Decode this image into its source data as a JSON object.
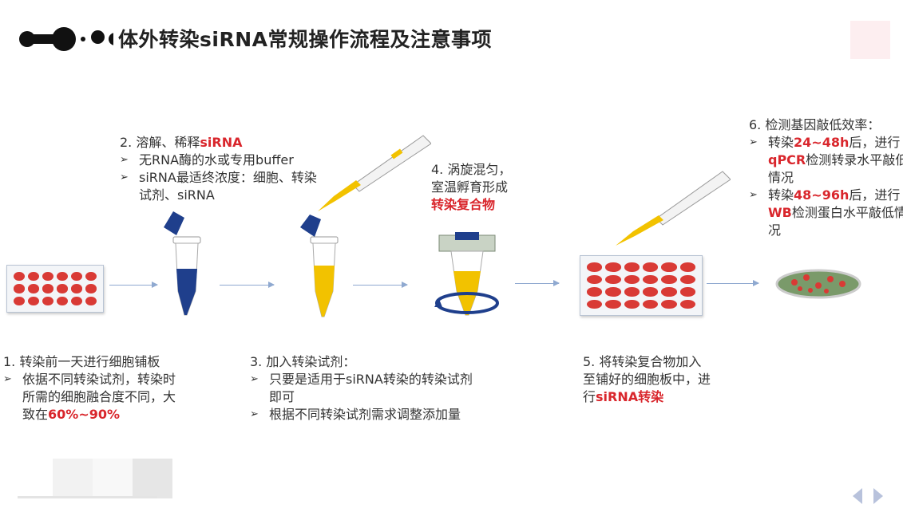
{
  "title": "体外转染siRNA常规操作流程及注意事项",
  "steps": {
    "s1": {
      "head": "1. 转染前一天进行细胞铺板",
      "b1": [
        "依据不同转染试剂，转染时所需的细胞融合度不同，大致在",
        "60%~90%"
      ]
    },
    "s2": {
      "head": [
        "2. 溶解、稀释",
        "siRNA"
      ],
      "b1": "无RNA酶的水或专用buffer",
      "b2": "siRNA最适终浓度：细胞、转染试剂、siRNA"
    },
    "s3": {
      "head": "3. 加入转染试剂：",
      "b1": "只要是适用于siRNA转染的转染试剂即可",
      "b2": "根据不同转染试剂需求调整添加量"
    },
    "s4": {
      "l1": "4. 涡旋混匀，",
      "l2": "室温孵育形成",
      "l3": "转染复合物"
    },
    "s5": {
      "t": "5. 将转染复合物加入至铺好的细胞板中，进行",
      "r": "siRNA转染"
    },
    "s6": {
      "head": "6. 检测基因敲低效率：",
      "b1": [
        "转染",
        "24~48h",
        "后，进行",
        "qPCR",
        "检测转录水平敲低情况"
      ],
      "b2": [
        "转染",
        "48~96h",
        "后，进行",
        "WB",
        "检测蛋白水平敲低情况"
      ]
    }
  },
  "colors": {
    "accent_red": "#d9262c",
    "tube_blue": "#1f3f8c",
    "tube_yellow": "#f2c200",
    "arrow": "#8fa9d0"
  }
}
